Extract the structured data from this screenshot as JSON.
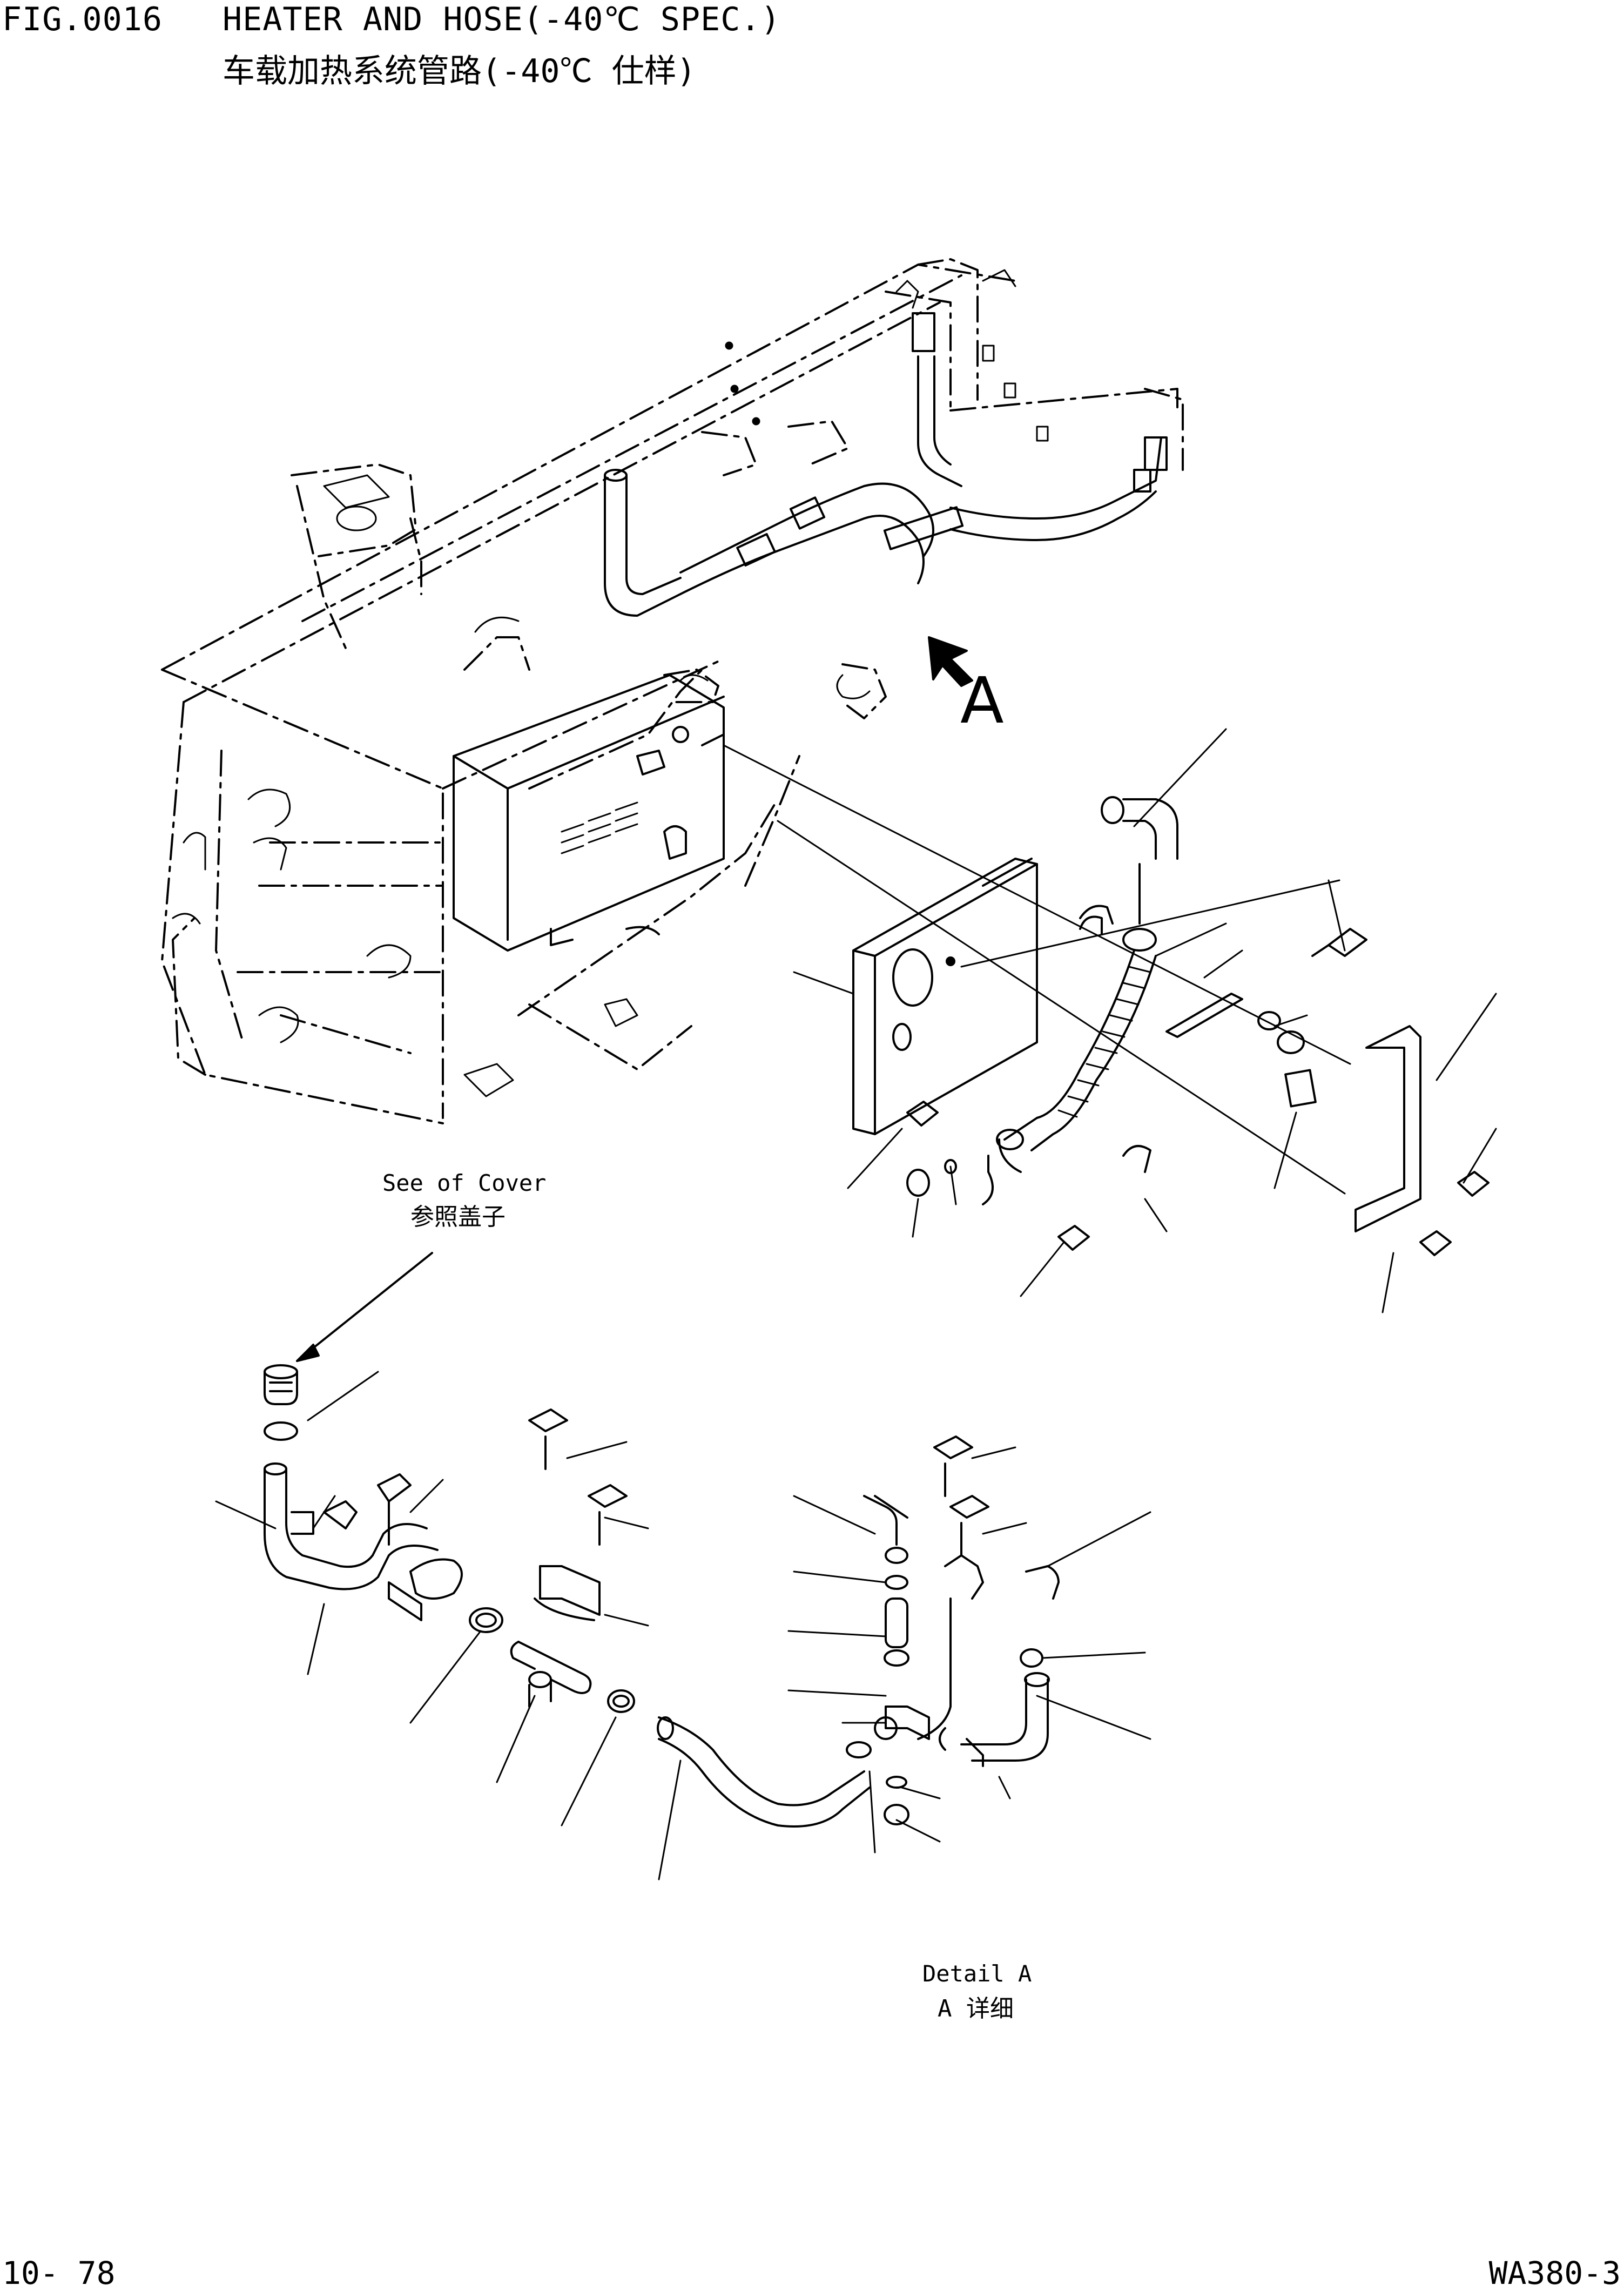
{
  "header": {
    "figure_number": "FIG.0016",
    "title": "HEATER AND HOSE(-40℃ SPEC.)",
    "title_cn": "车载加热系统管路(-40℃ 仕样)"
  },
  "labels": {
    "see_cover": "See of Cover",
    "see_cover_cn": "参照盖子",
    "detail": "Detail A",
    "detail_cn": "A 详细",
    "view_arrow": "A"
  },
  "footer": {
    "page": "10- 78",
    "model": "WA380-3"
  },
  "colors": {
    "line": "#000000",
    "background": "#ffffff"
  }
}
